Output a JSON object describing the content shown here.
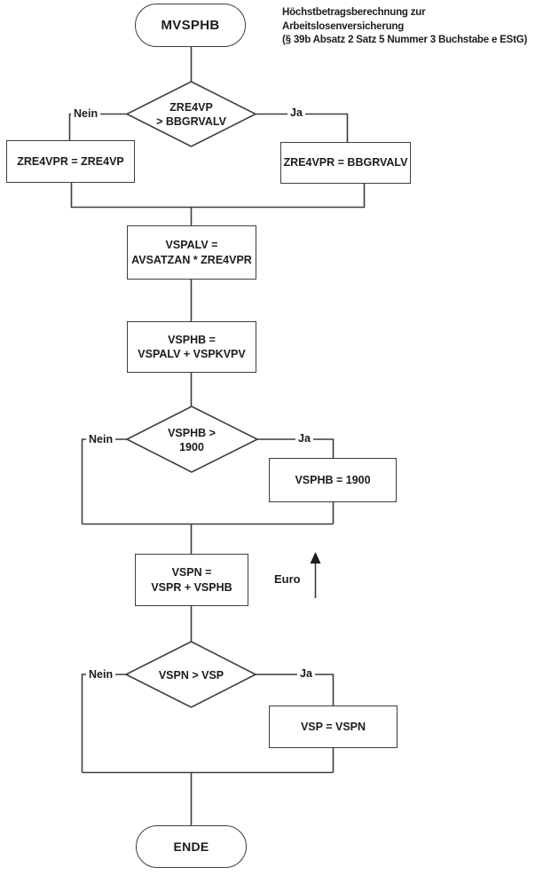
{
  "caption": {
    "lines": [
      "Höchstbetragsberechnung zur",
      "Arbeitslosenversicherung",
      "(§ 39b Absatz 2 Satz 5 Nummer 3 Buchstabe e EStG)"
    ]
  },
  "nodes": {
    "start": {
      "label": "MVSPHB"
    },
    "decision1": {
      "line1": "ZRE4VP",
      "line2": "> BBGRVALV"
    },
    "box_nein1": {
      "label": "ZRE4VPR = ZRE4VP"
    },
    "box_ja1": {
      "label": "ZRE4VPR = BBGRVALV"
    },
    "box_vspalv": {
      "line1": "VSPALV =",
      "line2": "AVSATZAN * ZRE4VPR"
    },
    "box_vsphb": {
      "line1": "VSPHB =",
      "line2": "VSPALV + VSPKVPV"
    },
    "decision2": {
      "line1": "VSPHB >",
      "line2": "1900"
    },
    "box_vsphb_cap": {
      "label": "VSPHB = 1900"
    },
    "box_vspn": {
      "line1": "VSPN =",
      "line2": "VSPR + VSPHB"
    },
    "decision3": {
      "label": "VSPN > VSP"
    },
    "box_vsp": {
      "label": "VSP = VSPN"
    },
    "end": {
      "label": "ENDE"
    }
  },
  "edge_labels": {
    "nein": "Nein",
    "ja": "Ja"
  },
  "annotations": {
    "euro_axis": "Euro"
  },
  "colors": {
    "line": "#3d3d3d",
    "text": "#1c1c1c",
    "background": "#ffffff"
  }
}
